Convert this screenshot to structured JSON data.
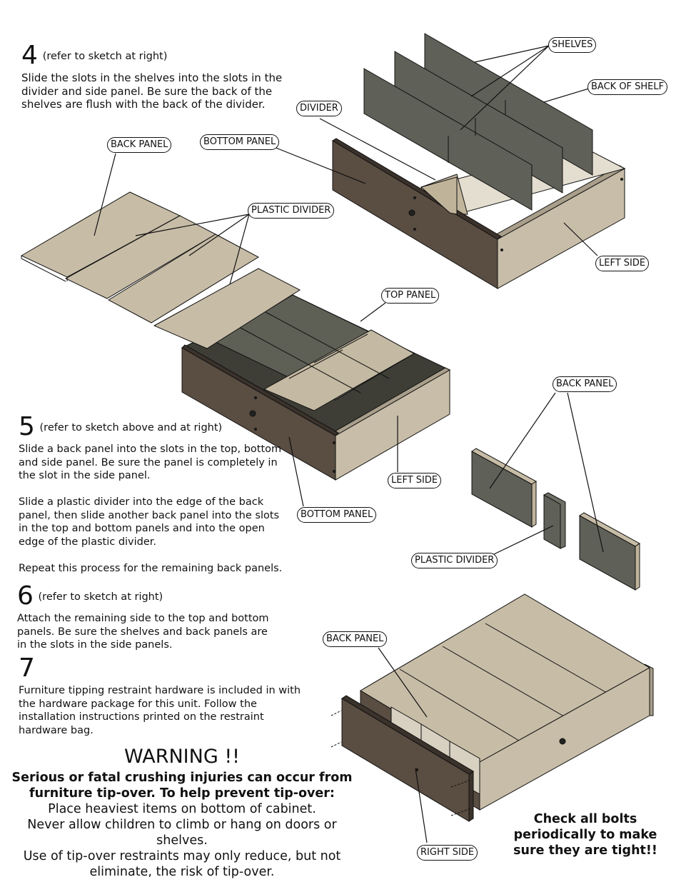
{
  "steps": [
    {
      "number": "4",
      "ref": "(refer to sketch at right)",
      "text": "Slide the slots in the shelves into the slots in the\ndivider and side panel.  Be sure the back of the\nshelves are flush with the back of the divider."
    },
    {
      "number": "5",
      "ref": "(refer to sketch above and at right)",
      "text": "Slide a back panel into the slots in the top, bottom\nand side panel.  Be sure the panel is completely in\nthe slot in the side panel.\n\nSlide a plastic divider into the edge of the back\npanel, then slide another back panel into the slots\nin the top and bottom panels and into the open\nedge of the plastic divider.\n\nRepeat this process for the remaining back panels."
    },
    {
      "number": "6",
      "ref": "(refer to sketch at right)",
      "text": "Attach the remaining side to the top and bottom\npanels.  Be sure the shelves and back panels are\nin the slots in the side panels."
    },
    {
      "number": "7",
      "ref": "",
      "text": "Furniture tipping restraint hardware is included in with\nthe hardware package for this unit.  Follow the\ninstallation instructions printed on the restraint\nhardware bag."
    }
  ],
  "labels": {
    "shelves": "SHELVES",
    "back_of_shelf": "BACK OF SHELF",
    "divider": "DIVIDER",
    "bottom_panel_1": "BOTTOM PANEL",
    "left_side_1": "LEFT SIDE",
    "back_panel_1": "BACK PANEL",
    "plastic_divider_1": "PLASTIC DIVIDER",
    "top_panel": "TOP PANEL",
    "left_side_2": "LEFT SIDE",
    "bottom_panel_2": "BOTTOM PANEL",
    "back_panel_2": "BACK PANEL",
    "plastic_divider_2": "PLASTIC DIVIDER",
    "back_panel_3": "BACK PANEL",
    "right_side": "RIGHT SIDE"
  },
  "warning": {
    "title": "WARNING !!",
    "bold": "Serious or fatal crushing injuries can occur from\nfurniture tip-over.  To help prevent tip-over:",
    "body": "Place heaviest items on bottom of cabinet.\nNever allow children to climb or hang on doors or shelves.\nUse of tip-over restraints may only reduce, but not\neliminate, the risk of tip-over."
  },
  "bolts_note": "Check all bolts\nperiodically to make\nsure they are tight!!",
  "colors": {
    "dark_panel": "#5a4d42",
    "gray_panel": "#5e6056",
    "light_panel": "#c7bca6",
    "tan": "#bfb39a"
  }
}
